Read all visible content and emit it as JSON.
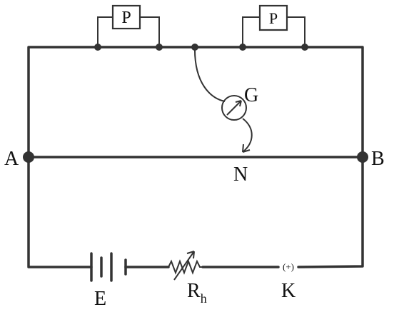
{
  "diagram": {
    "labels": {
      "resistor_left": "P",
      "resistor_right": "P",
      "galvanometer": "G",
      "point_a": "A",
      "point_b": "B",
      "jockey_point": "N",
      "cell": "E",
      "rheostat_main": "R",
      "rheostat_sub": "h",
      "key": "K",
      "key_symbol": "(+)"
    },
    "colors": {
      "wire": "#333333",
      "text": "#111111",
      "background": "#ffffff"
    }
  }
}
